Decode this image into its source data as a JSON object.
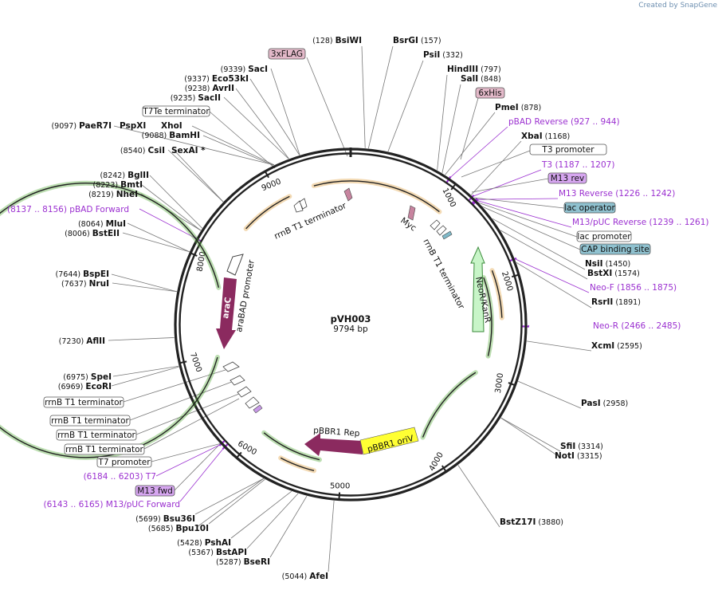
{
  "credit": {
    "prefix": "Created by",
    "brand": "SnapGene"
  },
  "plasmid": {
    "name": "pVH003",
    "length_label": "9794 bp",
    "length": 9794
  },
  "ticks": [
    "1000",
    "2000",
    "3000",
    "4000",
    "5000",
    "6000",
    "7000",
    "8000",
    "9000"
  ],
  "sites": [
    {
      "name": "BsiWI",
      "pos": "(128)"
    },
    {
      "name": "BsrGI",
      "pos": "(157)"
    },
    {
      "name": "PsiI",
      "pos": "(332)"
    },
    {
      "name": "HindIII",
      "pos": "(797)"
    },
    {
      "name": "SalI",
      "pos": "(848)"
    },
    {
      "name": "PmeI",
      "pos": "(878)"
    },
    {
      "name": "XbaI",
      "pos": "(1168)"
    },
    {
      "name": "NsiI",
      "pos": "(1450)"
    },
    {
      "name": "BstXI",
      "pos": "(1574)"
    },
    {
      "name": "RsrII",
      "pos": "(1891)"
    },
    {
      "name": "XcmI",
      "pos": "(2595)"
    },
    {
      "name": "PasI",
      "pos": "(2958)"
    },
    {
      "name": "SfiI",
      "pos": "(3314)"
    },
    {
      "name": "NotI",
      "pos": "(3315)"
    },
    {
      "name": "BstZ17I",
      "pos": "(3880)"
    },
    {
      "name": "AfeI",
      "pos": "(5044)"
    },
    {
      "name": "BseRI",
      "pos": "(5287)"
    },
    {
      "name": "BstAPI",
      "pos": "(5367)"
    },
    {
      "name": "PshAI",
      "pos": "(5428)"
    },
    {
      "name": "Bpu10I",
      "pos": "(5685)"
    },
    {
      "name": "Bsu36I",
      "pos": "(5699)"
    },
    {
      "name": "EcoRI",
      "pos": "(6969)"
    },
    {
      "name": "SpeI",
      "pos": "(6975)"
    },
    {
      "name": "AflII",
      "pos": "(7230)"
    },
    {
      "name": "NruI",
      "pos": "(7637)"
    },
    {
      "name": "BspEI",
      "pos": "(7644)"
    },
    {
      "name": "BstEII",
      "pos": "(8006)"
    },
    {
      "name": "MluI",
      "pos": "(8064)"
    },
    {
      "name": "NheI",
      "pos": "(8219)"
    },
    {
      "name": "BmtI",
      "pos": "(8223)"
    },
    {
      "name": "BglII",
      "pos": "(8242)"
    },
    {
      "name": "CsiI",
      "pos": "(8540)"
    },
    {
      "name": "SexAI *",
      "pos": ""
    },
    {
      "name": "BamHI",
      "pos": "(9088)"
    },
    {
      "name": "PaeR7I",
      "pos": "(9097)"
    },
    {
      "name": "PspXI",
      "pos": ""
    },
    {
      "name": "XhoI",
      "pos": ""
    },
    {
      "name": "SacII",
      "pos": "(9235)"
    },
    {
      "name": "AvrII",
      "pos": "(9238)"
    },
    {
      "name": "Eco53kI",
      "pos": "(9337)"
    },
    {
      "name": "SacI",
      "pos": "(9339)"
    }
  ],
  "primers": [
    {
      "name": "pBAD Reverse",
      "range": "(927 .. 944)"
    },
    {
      "name": "T3",
      "range": "(1187 .. 1207)"
    },
    {
      "name": "M13 Reverse",
      "range": "(1226 .. 1242)"
    },
    {
      "name": "M13/pUC Reverse",
      "range": "(1239 .. 1261)"
    },
    {
      "name": "Neo-F",
      "range": "(1856 .. 1875)"
    },
    {
      "name": "Neo-R",
      "range": "(2466 .. 2485)"
    },
    {
      "name": "T7",
      "range": "(6184 .. 6203)"
    },
    {
      "name": "M13/pUC Forward",
      "range": "(6143 .. 6165)"
    },
    {
      "name": "pBAD Forward",
      "range": "(8137 .. 8156)"
    }
  ],
  "boxed": [
    {
      "text": "3xFLAG",
      "fill": "#e3b9c9"
    },
    {
      "text": "6xHis",
      "fill": "#e3b9c9"
    },
    {
      "text": "T3 promoter",
      "fill": "#ffffff"
    },
    {
      "text": "M13 rev",
      "fill": "#d6a6f0"
    },
    {
      "text": "lac operator",
      "fill": "#8fc1cf"
    },
    {
      "text": "lac promoter",
      "fill": "#ffffff"
    },
    {
      "text": "CAP binding site",
      "fill": "#8fc1cf"
    },
    {
      "text": "T7Te terminator",
      "fill": "#ffffff"
    },
    {
      "text": "rrnB T1 terminator",
      "fill": "#ffffff"
    },
    {
      "text": "rrnB T1 terminator",
      "fill": "#ffffff"
    },
    {
      "text": "rrnB T1 terminator",
      "fill": "#ffffff"
    },
    {
      "text": "rrnB T1 terminator",
      "fill": "#ffffff"
    },
    {
      "text": "T7 promoter",
      "fill": "#ffffff"
    },
    {
      "text": "M13 fwd",
      "fill": "#d6a6f0"
    }
  ],
  "features": {
    "araC": "araC",
    "araBAD_promoter": "araBAD promoter",
    "rrnB_top": "rrnB T1 terminator",
    "rrnB_right": "rrnB T1 terminator",
    "myc": "Myc",
    "neo": "NeoR/KanR",
    "pbbr1_rep": "pBBR1 Rep",
    "pbbr1_oriv": "pBBR1 oriV"
  },
  "colors": {
    "primer": "#9b30d0",
    "araC": "#8b2a5f",
    "pbbr1_rep": "#8b2a5f",
    "pbbr1_oriv": "#ffff33",
    "neo": "#c8f5c8",
    "green_arc": "#58ad3c",
    "orange_arc": "#e0a344",
    "backbone": "#222222"
  }
}
